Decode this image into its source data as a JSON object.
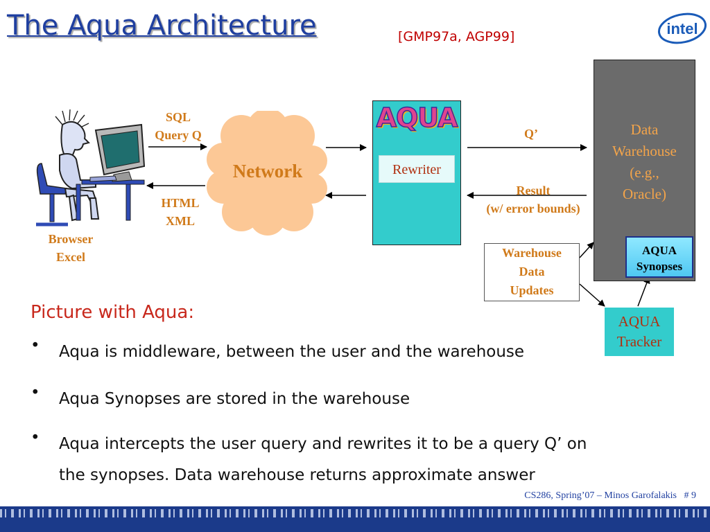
{
  "slide": {
    "title": "The Aqua Architecture",
    "citation": "[GMP97a, AGP99]",
    "footer": "CS286, Spring’07 – Minos Garofalakis   # 9"
  },
  "diagram": {
    "user_label": [
      "Browser",
      "Excel"
    ],
    "sql_label": [
      "SQL",
      "Query Q"
    ],
    "html_label": [
      "HTML",
      "XML"
    ],
    "network_label": "Network",
    "aqua_logo": "AQUA",
    "rewriter_label": "Rewriter",
    "qprime_label": "Q’",
    "result_label": [
      "Result",
      "(w/ error bounds)"
    ],
    "warehouse_label": [
      "Data",
      "Warehouse",
      "(e.g.,",
      "Oracle)"
    ],
    "synopses_label": [
      "AQUA",
      "Synopses"
    ],
    "updates_label": [
      "Warehouse",
      "Data",
      "Updates"
    ],
    "tracker_label": [
      "AQUA",
      "Tracker"
    ]
  },
  "content": {
    "heading": "Picture with Aqua:",
    "bullets": [
      {
        "marker": "•",
        "lines": [
          "Aqua is middleware, between the user and the warehouse"
        ]
      },
      {
        "marker": "•",
        "lines": [
          "Aqua Synopses are stored in the warehouse"
        ]
      },
      {
        "marker": "•",
        "lines": [
          "Aqua intercepts the user query and rewrites it to be a query Q’ on",
          "the synopses.  Data warehouse returns approximate answer"
        ]
      }
    ]
  },
  "colors": {
    "title": "#1f3fa0",
    "accent_orange": "#d07a1a",
    "teal": "#33cccc",
    "warehouse_gray": "#6b6b6b",
    "cloud": "#fcc896",
    "bottom_band": "#1b3a8a"
  },
  "icons": [
    "intel-logo",
    "user-at-computer-illustration",
    "network-cloud"
  ]
}
